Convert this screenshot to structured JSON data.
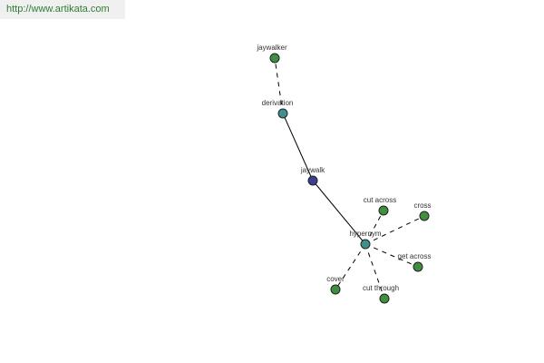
{
  "watermark": {
    "text": "http://www.artikata.com"
  },
  "graph": {
    "colors": {
      "root": "#3a3f8f",
      "relation": "#3f8f8f",
      "leaf": "#3f8f3f"
    },
    "nodes": [
      {
        "id": "jaywalk",
        "label": "jaywalk",
        "kind": "root"
      },
      {
        "id": "derivation",
        "label": "derivation",
        "kind": "relation"
      },
      {
        "id": "jaywalker",
        "label": "jaywalker",
        "kind": "leaf"
      },
      {
        "id": "hypernym",
        "label": "hypernym",
        "kind": "relation"
      },
      {
        "id": "cut-across",
        "label": "cut across",
        "kind": "leaf"
      },
      {
        "id": "cross",
        "label": "cross",
        "kind": "leaf"
      },
      {
        "id": "get-across",
        "label": "get across",
        "kind": "leaf"
      },
      {
        "id": "cut-through",
        "label": "cut through",
        "kind": "leaf"
      },
      {
        "id": "cover",
        "label": "cover",
        "kind": "leaf"
      }
    ],
    "edges": [
      {
        "from": "jaywalk",
        "to": "derivation",
        "style": "solid"
      },
      {
        "from": "jaywalk",
        "to": "hypernym",
        "style": "solid"
      },
      {
        "from": "derivation",
        "to": "jaywalker",
        "style": "dashed"
      },
      {
        "from": "hypernym",
        "to": "cut-across",
        "style": "dashed"
      },
      {
        "from": "hypernym",
        "to": "cross",
        "style": "dashed"
      },
      {
        "from": "hypernym",
        "to": "get-across",
        "style": "dashed"
      },
      {
        "from": "hypernym",
        "to": "cut-through",
        "style": "dashed"
      },
      {
        "from": "hypernym",
        "to": "cover",
        "style": "dashed"
      }
    ]
  }
}
